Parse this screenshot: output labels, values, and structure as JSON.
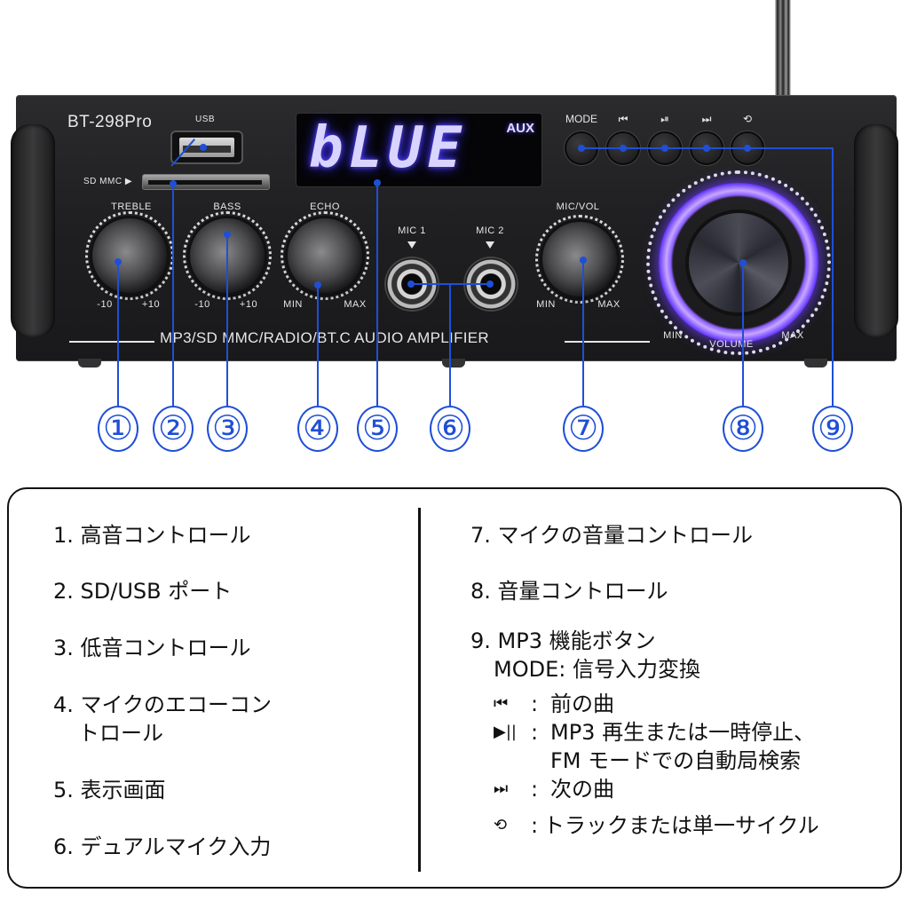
{
  "device": {
    "model": "BT-298Pro",
    "usb_label": "USB",
    "sd_label": "SD MMC ▶",
    "display": {
      "text": "bLUE",
      "mode": "AUX",
      "glow_color": "#5a4cff"
    },
    "knobs": [
      {
        "id": "treble",
        "label": "TREBLE",
        "min": "-10",
        "max": "+10"
      },
      {
        "id": "bass",
        "label": "BASS",
        "min": "-10",
        "max": "+10"
      },
      {
        "id": "echo",
        "label": "ECHO",
        "min": "MIN",
        "max": "MAX"
      },
      {
        "id": "mic-vol",
        "label": "MIC/VOL",
        "min": "MIN",
        "max": "MAX"
      },
      {
        "id": "volume",
        "label": "VOLUME",
        "min": "MIN",
        "max": "MAX"
      }
    ],
    "mics": [
      {
        "label": "MIC 1"
      },
      {
        "label": "MIC 2"
      }
    ],
    "buttons": [
      {
        "id": "mode",
        "label": "MODE",
        "icon": "mode"
      },
      {
        "id": "prev",
        "label": "⏮",
        "icon": "previous-track"
      },
      {
        "id": "play-pause",
        "label": "⏯",
        "icon": "play-pause"
      },
      {
        "id": "next",
        "label": "⏭",
        "icon": "next-track"
      },
      {
        "id": "repeat",
        "label": "⟲",
        "icon": "repeat"
      }
    ],
    "tagline": "MP3/SD MMC/RADIO/BT.C AUDIO AMPLIFIER"
  },
  "callouts": {
    "color": "#1f4fd6",
    "numbers": [
      "①",
      "②",
      "③",
      "④",
      "⑤",
      "⑥",
      "⑦",
      "⑧",
      "⑨"
    ]
  },
  "legend": {
    "left": [
      {
        "text": "1. 高音コントロール"
      },
      {
        "text": "2. SD/USB ポート"
      },
      {
        "text": "3. 低音コントロール"
      },
      {
        "line1": "4. マイクのエコーコン",
        "line2": "トロール"
      },
      {
        "text": "5. 表示画面"
      },
      {
        "text": "6. デュアルマイク入力"
      }
    ],
    "right": [
      {
        "text": "7. マイクの音量コントロール"
      },
      {
        "text": "8. 音量コントロール"
      },
      {
        "line1": "9. MP3 機能ボタン",
        "line2": "MODE: 信号入力変換"
      }
    ],
    "functions": [
      {
        "icon": "⏮",
        "icon_name": "previous-track",
        "sep": ":",
        "text": "前の曲"
      },
      {
        "icon": "▶||",
        "icon_name": "play-pause",
        "sep": ":",
        "text": "MP3 再生または一時停止、",
        "text2": "FM モードでの自動局検索"
      },
      {
        "icon": "⏭",
        "icon_name": "next-track",
        "sep": ":",
        "text": "次の曲"
      },
      {
        "icon": "⟲",
        "icon_name": "repeat",
        "sep": ":",
        "text": "トラックまたは単一サイクル"
      }
    ]
  }
}
